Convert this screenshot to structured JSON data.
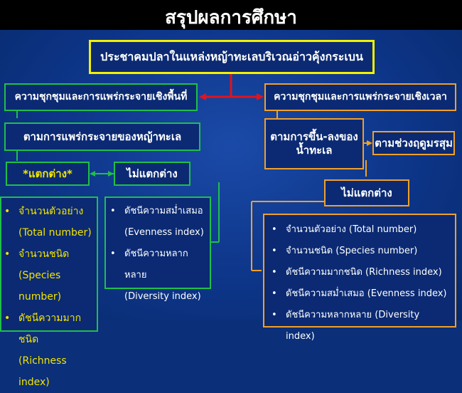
{
  "title": "สรุปผลการศึกษา",
  "main_box": "ประชาคมปลาในแหล่งหญ้าทะเลบริเวณอ่าวคุ้งกระเบน",
  "left_branch": {
    "header": "ความชุกชุมและการแพร่กระจายเชิงพื้นที่",
    "sub": "ตามการแพร่กระจายของหญ้าทะเล",
    "diff_label": "*แตกต่าง*",
    "nodiff_label": "ไม่แตกต่าง",
    "diff_items": [
      {
        "th": "จำนวนตัวอย่าง",
        "en": "(Total number)"
      },
      {
        "th": "จำนวนชนิด",
        "en": "(Species number)"
      },
      {
        "th": "ดัชนีความมากชนิด",
        "en": "(Richness index)"
      }
    ],
    "nodiff_items": [
      {
        "th": "ดัชนีความสม่ำเสมอ",
        "en": "(Evenness index)"
      },
      {
        "th": "ดัชนีความหลากหลาย",
        "en": "(Diversity index)"
      }
    ]
  },
  "right_branch": {
    "header": "ความชุกชุมและการแพร่กระจายเชิงเวลา",
    "tide": "ตามการขึ้น-ลงของน้ำทะเล",
    "season": "ตามช่วงฤดูมรสุม",
    "nodiff_label": "ไม่แตกต่าง",
    "items": [
      "จำนวนตัวอย่าง (Total number)",
      "จำนวนชนิด (Species number)",
      "ดัชนีความมากชนิด (Richness index)",
      "ดัชนีความสม่ำเสมอ (Evenness index)",
      "ดัชนีความหลากหลาย (Diversity index)"
    ]
  },
  "colors": {
    "yellow": "#f4f000",
    "green": "#1fbf4a",
    "orange": "#f0a02a",
    "red": "#e0141e",
    "text_yellow": "#f2e400"
  }
}
